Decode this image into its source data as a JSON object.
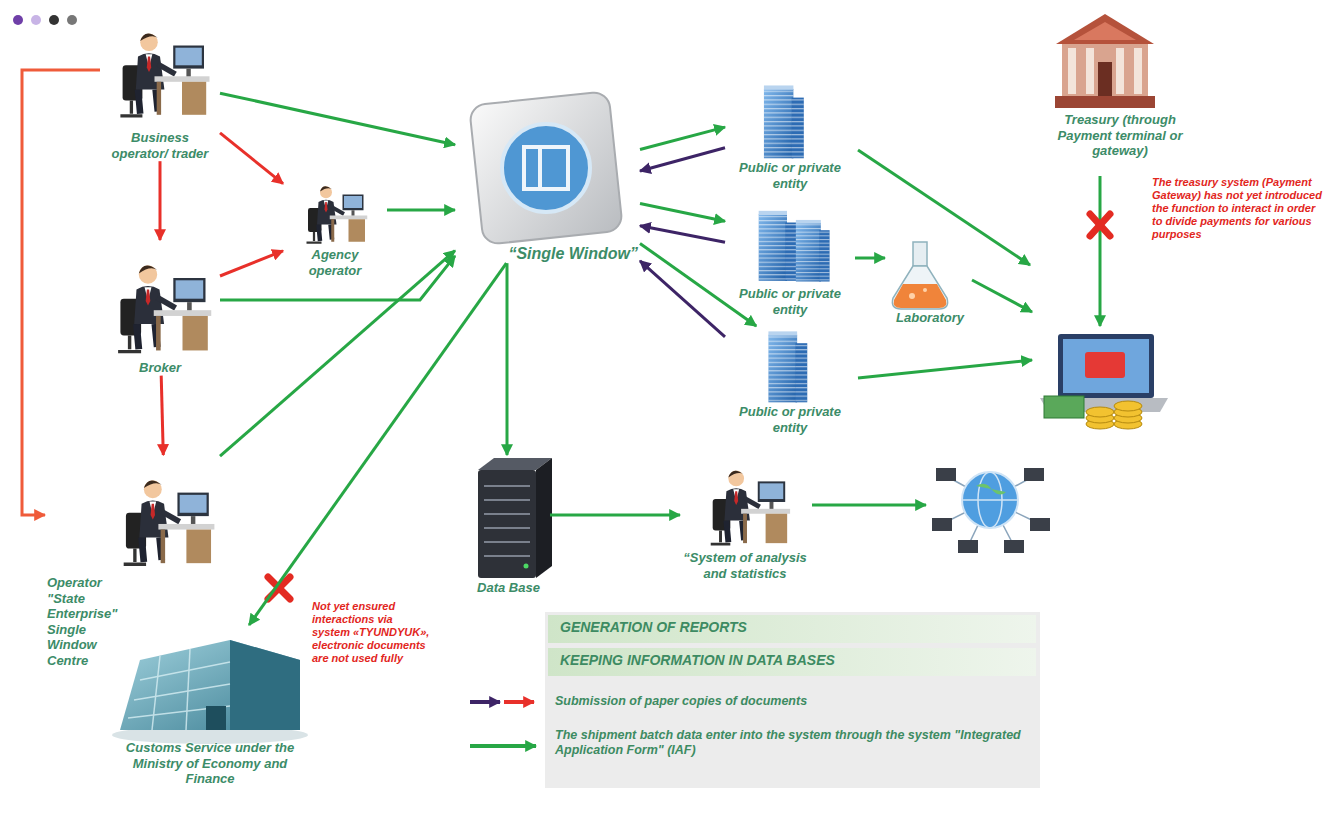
{
  "diagram": {
    "nodes": [
      {
        "text": [
          "Business operator/ trader"
        ]
      },
      {
        "text": [
          "Agency operator"
        ]
      },
      {
        "text": [
          "Broker"
        ]
      },
      {
        "text": [
          "Operator \"State Enterprise\" Single Window Centre"
        ]
      },
      {
        "text": [
          "“Single Window”"
        ]
      },
      {
        "text": [
          "Public or private entity"
        ]
      },
      {
        "text": [
          "Public or private entity"
        ]
      },
      {
        "text": [
          "Laboratory"
        ]
      },
      {
        "text": [
          "Public or private entity"
        ]
      },
      {
        "text": [
          "Treasury (through Payment terminal or gateway)"
        ]
      },
      {
        "text": [
          "Data Base"
        ]
      },
      {
        "text": [
          "“System of analysis and statistics"
        ]
      },
      {
        "text": [
          "Customs Service under the Ministry of Economy and Finance"
        ]
      }
    ],
    "edges": [
      {
        "from": 0,
        "to": 1,
        "arrow": "to"
      },
      {
        "from": 0,
        "to": 2,
        "arrow": "to"
      },
      {
        "from": 2,
        "to": 1,
        "arrow": "to"
      },
      {
        "from": 2,
        "to": 3,
        "arrow": "to"
      },
      {
        "from": 0,
        "to": 3,
        "arrow": "to"
      },
      {
        "from": 0,
        "to": 4,
        "arrow": "to"
      },
      {
        "from": 1,
        "to": 4,
        "arrow": "to"
      },
      {
        "from": 2,
        "to": 4,
        "arrow": "to"
      },
      {
        "from": 3,
        "to": 4,
        "arrow": "to"
      },
      {
        "from": 4,
        "to": 12,
        "arrow": "to"
      },
      {
        "from": 4,
        "to": 5,
        "arrow": "to"
      },
      {
        "from": 5,
        "to": 4,
        "arrow": "to"
      },
      {
        "from": 4,
        "to": 6,
        "arrow": "to"
      },
      {
        "from": 6,
        "to": 4,
        "arrow": "to"
      },
      {
        "from": 4,
        "to": 8,
        "arrow": "to"
      },
      {
        "from": 8,
        "to": 4,
        "arrow": "to"
      },
      {
        "from": 6,
        "to": 7,
        "arrow": "to"
      },
      {
        "from": 4,
        "to": 10,
        "arrow": "to"
      },
      {
        "from": 10,
        "to": 11,
        "arrow": "to"
      }
    ],
    "labels": [
      "The treasury system (Payment Gateway) has not yet introduced the function to interact in order to divide payments for various purposes",
      "Not yet ensured interactions via system «TYUNDYUK», electronic documents are not used fully",
      "GENERATION OF REPORTS",
      "KEEPING INFORMATION IN DATA BASES"
    ],
    "legend": [
      {
        "text": "Submission of paper copies of documents"
      },
      {
        "text": "The shipment batch data enter into the system through the system \"Integrated Application Form\" (IAF)"
      }
    ]
  }
}
